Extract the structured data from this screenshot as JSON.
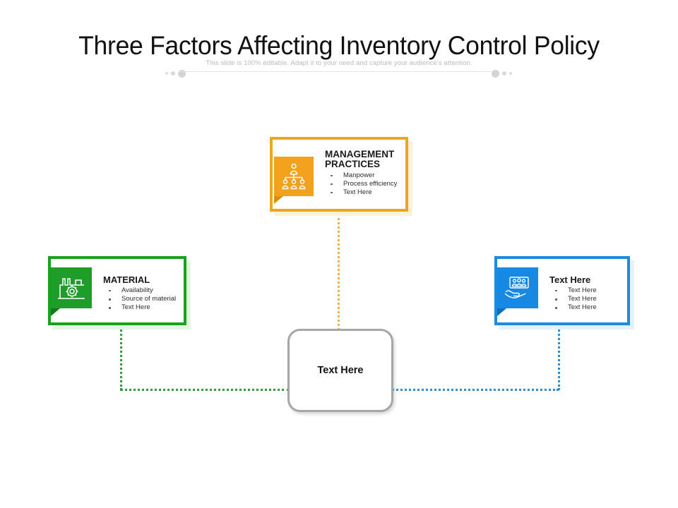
{
  "header": {
    "title": "Three Factors Affecting Inventory Control Policy",
    "subtitle": "This slide is 100% editable. Adapt it to your need and capture your audience's attention."
  },
  "diagram": {
    "center": {
      "label": "Text Here",
      "border_color": "#a6a6a6"
    },
    "cards": [
      {
        "id": "orange",
        "heading": "MANAGEMENT PRACTICES",
        "bullets": [
          "Manpower",
          "Process efficiency",
          "Text Here"
        ],
        "icon": "org-chart-icon",
        "accent_color": "#eba81f",
        "tile_color": "#f2a11c",
        "panel_color": "#fdf1d9"
      },
      {
        "id": "green",
        "heading": "MATERIAL",
        "bullets": [
          "Availability",
          "Source of material",
          "Text Here"
        ],
        "icon": "factory-gear-icon",
        "accent_color": "#18a01f",
        "tile_color": "#1f9c2a",
        "panel_color": "#e4f7e2"
      },
      {
        "id": "blue",
        "heading": "Text Here",
        "bullets": [
          "Text Here",
          "Text Here",
          "Text Here"
        ],
        "icon": "hand-holding-people-icon",
        "accent_color": "#1b8ae0",
        "tile_color": "#1789e2",
        "panel_color": "#e2f1fb"
      }
    ],
    "connectors": [
      {
        "id": "orange-connector",
        "color": "#e8b44a",
        "style": "dotted"
      },
      {
        "id": "green-connector",
        "color": "#2f9e3f",
        "style": "dotted"
      },
      {
        "id": "blue-connector",
        "color": "#2a8fd4",
        "style": "dotted"
      }
    ]
  }
}
